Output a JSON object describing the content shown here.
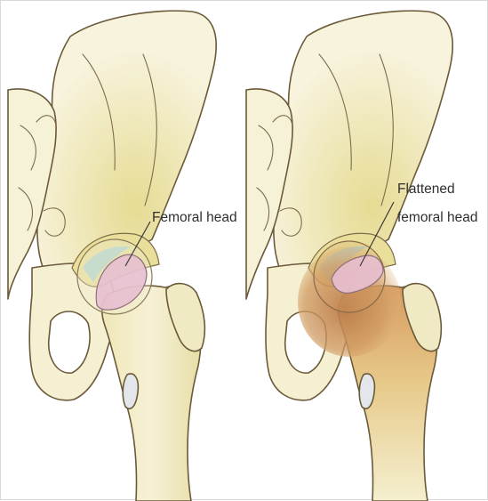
{
  "panels": [
    {
      "id": "normal",
      "callout": {
        "lines": [
          "Femoral head"
        ]
      }
    },
    {
      "id": "flattened",
      "callout": {
        "lines": [
          "Flattened",
          "femoral head"
        ]
      }
    }
  ],
  "colors": {
    "bone_fill": "#f5f1d3",
    "bone_outline": "#6b5a3a",
    "shadow_yellow": "#e3d98d",
    "femoral_head_pink": "#e7bfd0",
    "joint_blue": "#a9d3d6",
    "lesion_brown": "#c98b55",
    "leader_line": "#3a3a3a",
    "label_text": "#2f2f2f"
  }
}
